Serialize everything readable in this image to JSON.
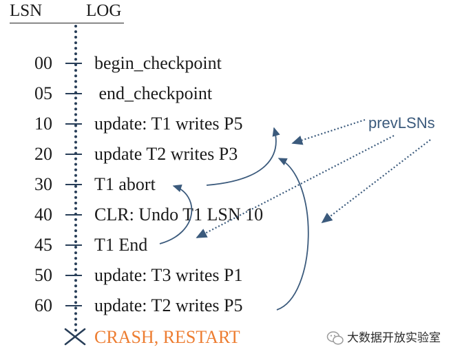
{
  "header": {
    "lsn_label": "LSN",
    "log_label": "LOG"
  },
  "entries": [
    {
      "lsn": "00",
      "text": "begin_checkpoint"
    },
    {
      "lsn": "05",
      "text": " end_checkpoint"
    },
    {
      "lsn": "10",
      "text": "update: T1 writes P5"
    },
    {
      "lsn": "20",
      "text": "update T2 writes P3"
    },
    {
      "lsn": "30",
      "text": "T1 abort"
    },
    {
      "lsn": "40",
      "text": "CLR: Undo T1 LSN 10"
    },
    {
      "lsn": "45",
      "text": "T1 End"
    },
    {
      "lsn": "50",
      "text": "update: T3 writes P1"
    },
    {
      "lsn": "60",
      "text": "update: T2 writes P5"
    }
  ],
  "crash": {
    "text": "CRASH, RESTART",
    "color": "#ed7d31"
  },
  "callout": {
    "text": "prevLSNs",
    "color": "#3b5a7c"
  },
  "watermark": {
    "text": "大数据开放实验室",
    "icon": "wechat-icon"
  },
  "colors": {
    "timeline": "#283e58",
    "arrow": "#3b5a7c"
  }
}
